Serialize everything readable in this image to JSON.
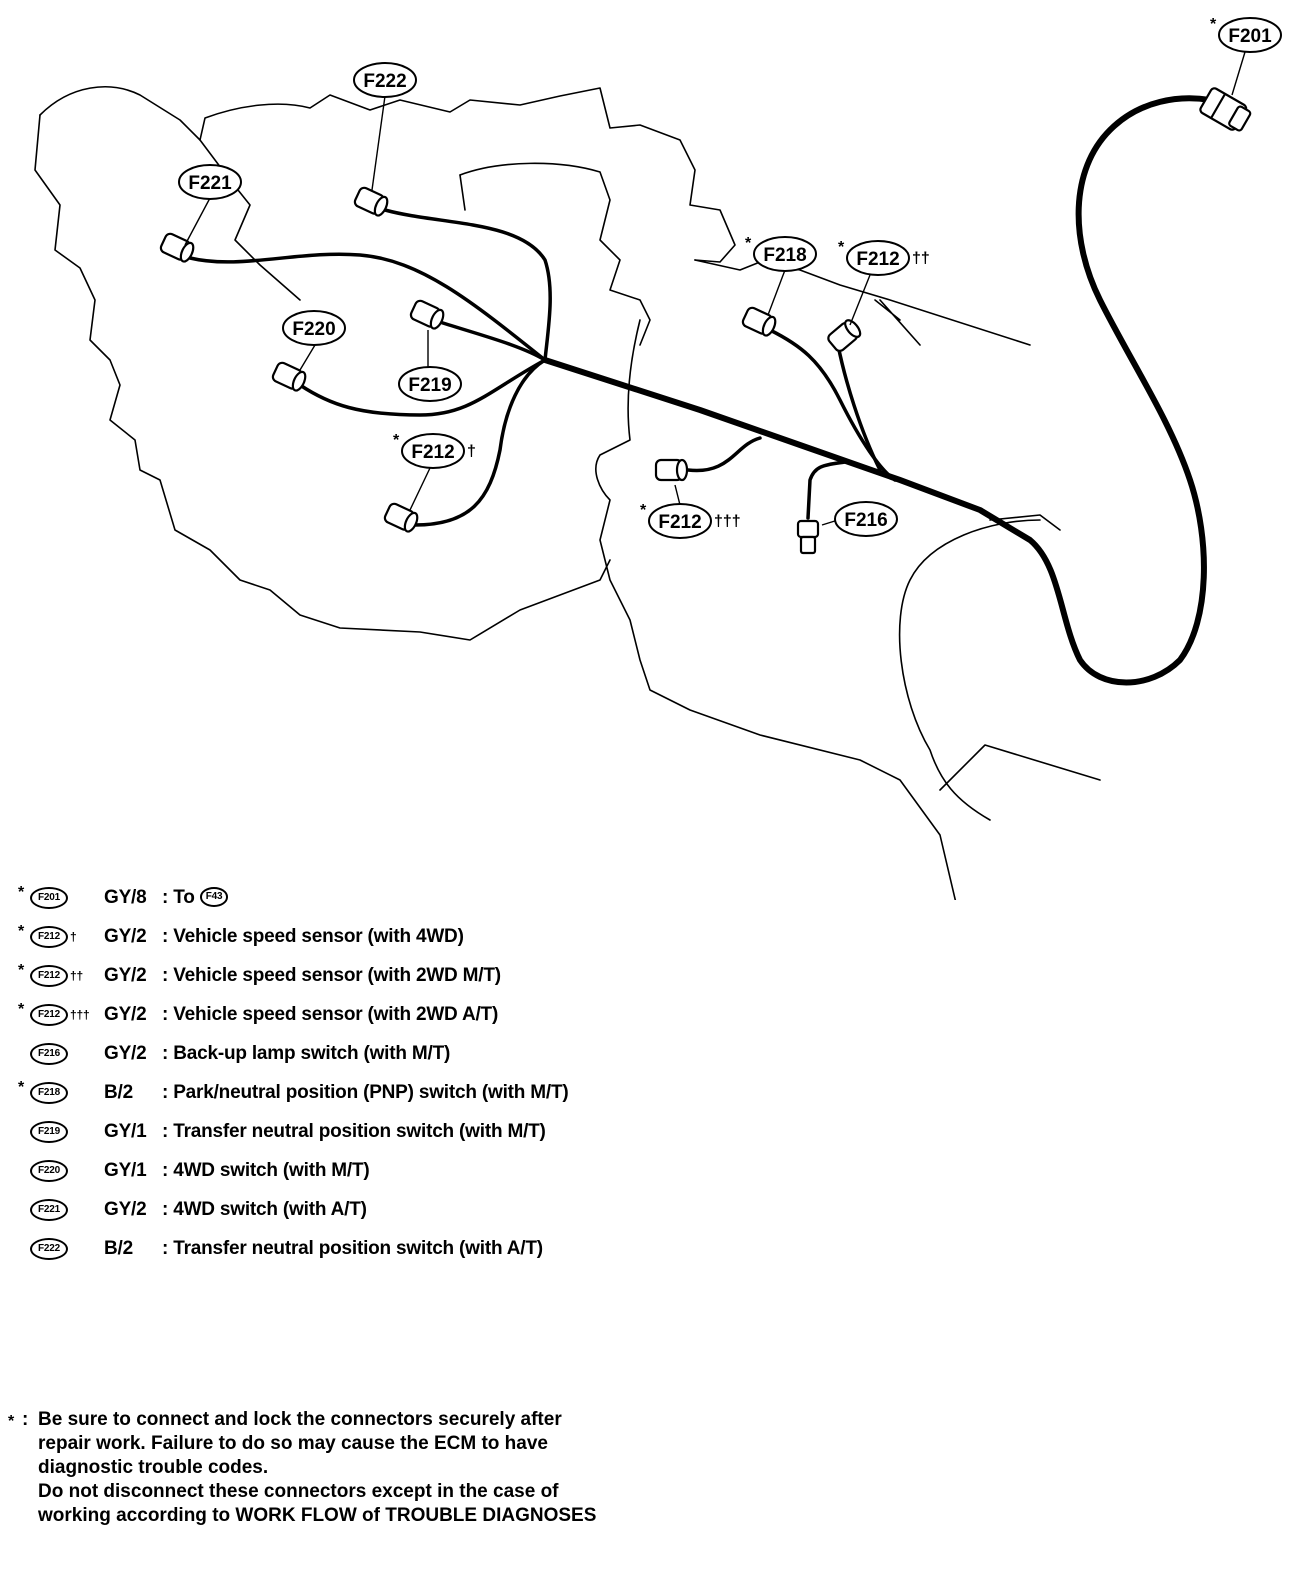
{
  "callouts": [
    {
      "id": "F201",
      "star": "*",
      "mark": ""
    },
    {
      "id": "F222",
      "star": "",
      "mark": ""
    },
    {
      "id": "F221",
      "star": "",
      "mark": ""
    },
    {
      "id": "F218",
      "star": "*",
      "mark": ""
    },
    {
      "id": "F212",
      "star": "*",
      "mark": "††"
    },
    {
      "id": "F220",
      "star": "",
      "mark": ""
    },
    {
      "id": "F219",
      "star": "",
      "mark": ""
    },
    {
      "id": "F212",
      "star": "*",
      "mark": "†"
    },
    {
      "id": "F212",
      "star": "*",
      "mark": "†††"
    },
    {
      "id": "F216",
      "star": "",
      "mark": ""
    }
  ],
  "legend": [
    {
      "star": "*",
      "id": "F201",
      "mark": "",
      "code": "GY/8",
      "desc": ": To",
      "ref": "F43"
    },
    {
      "star": "*",
      "id": "F212",
      "mark": "†",
      "code": "GY/2",
      "desc": ": Vehicle speed sensor (with 4WD)",
      "ref": ""
    },
    {
      "star": "*",
      "id": "F212",
      "mark": "††",
      "code": "GY/2",
      "desc": ": Vehicle speed sensor (with 2WD M/T)",
      "ref": ""
    },
    {
      "star": "*",
      "id": "F212",
      "mark": "†††",
      "code": "GY/2",
      "desc": ": Vehicle speed sensor (with 2WD A/T)",
      "ref": ""
    },
    {
      "star": "",
      "id": "F216",
      "mark": "",
      "code": "GY/2",
      "desc": ": Back-up lamp switch (with M/T)",
      "ref": ""
    },
    {
      "star": "*",
      "id": "F218",
      "mark": "",
      "code": "B/2",
      "desc": ": Park/neutral position (PNP) switch (with M/T)",
      "ref": ""
    },
    {
      "star": "",
      "id": "F219",
      "mark": "",
      "code": "GY/1",
      "desc": ": Transfer neutral position switch (with M/T)",
      "ref": ""
    },
    {
      "star": "",
      "id": "F220",
      "mark": "",
      "code": "GY/1",
      "desc": ": 4WD switch (with M/T)",
      "ref": ""
    },
    {
      "star": "",
      "id": "F221",
      "mark": "",
      "code": "GY/2",
      "desc": ": 4WD switch (with A/T)",
      "ref": ""
    },
    {
      "star": "",
      "id": "F222",
      "mark": "",
      "code": "B/2",
      "desc": ": Transfer neutral position switch (with A/T)",
      "ref": ""
    }
  ],
  "note": {
    "star": "*",
    "colon": ":",
    "lines": [
      "Be sure to connect and lock the connectors securely after",
      "repair work. Failure to do so may cause the ECM to have",
      "diagnostic trouble codes.",
      "Do not disconnect these connectors except in the case of",
      "working according to WORK FLOW of TROUBLE DIAGNOSES"
    ]
  }
}
